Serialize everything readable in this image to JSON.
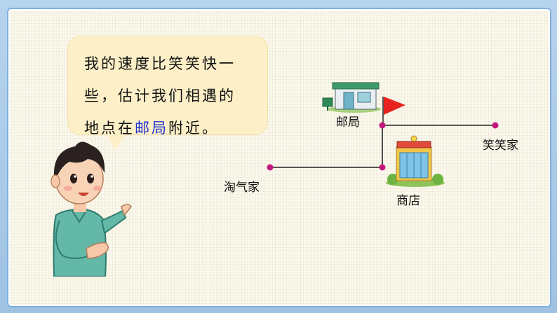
{
  "speech": {
    "line1": "我的速度比笑笑快一",
    "line2": "些，估计我们相遇的",
    "line3_before": "地点在",
    "line3_highlight": "邮局",
    "line3_after": "附近。"
  },
  "map": {
    "post_office": "邮局",
    "xiaoxiao_home": "笑笑家",
    "taoqi_home": "淘气家",
    "shop": "商店"
  },
  "colors": {
    "highlight": "#1a31d6",
    "route_dot": "#c2187e",
    "flag": "#e8231f",
    "bubble": "#fdf0c8"
  }
}
